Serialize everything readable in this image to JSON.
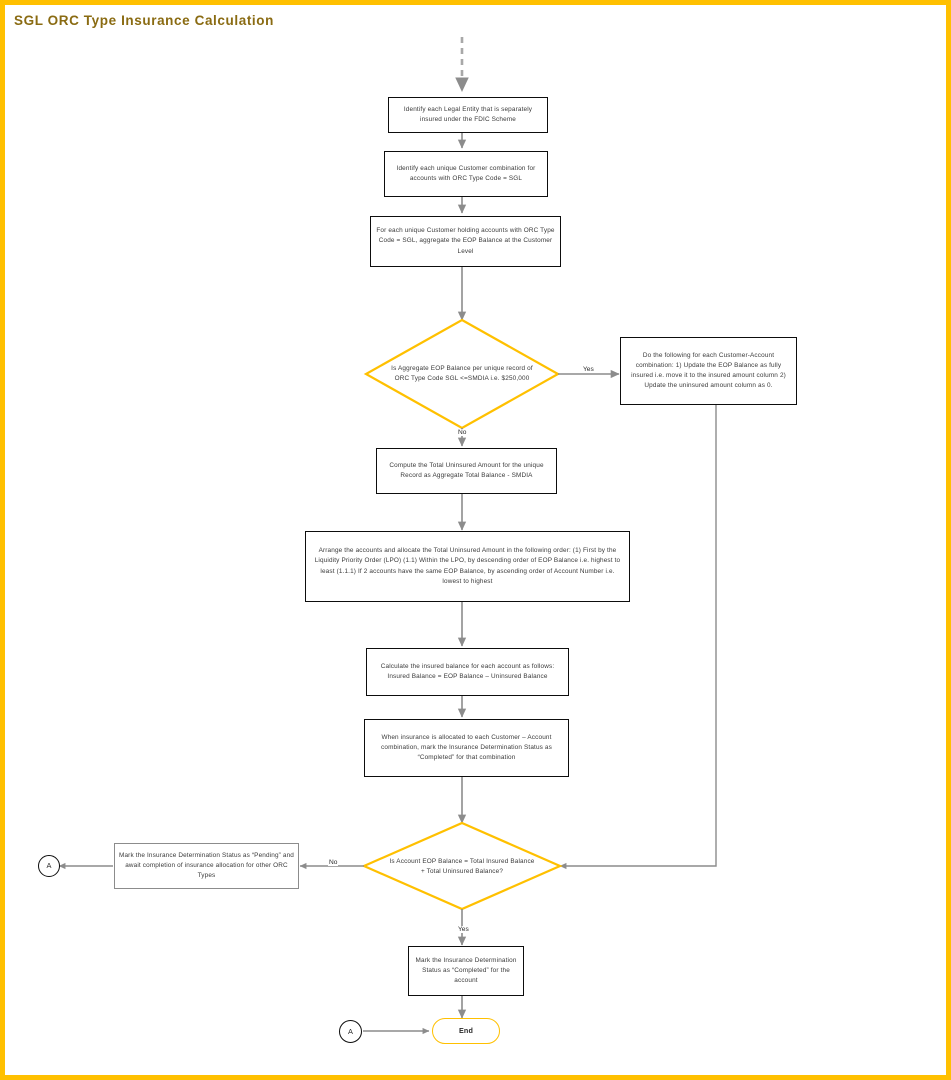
{
  "page": {
    "title": "SGL ORC Type Insurance Calculation",
    "border_color": "#FFC000",
    "title_color": "#8a6b12"
  },
  "diagram": {
    "type": "flowchart",
    "orientation": "top-to-bottom",
    "shape_colors": {
      "process_border": "#0d0d0d",
      "process_border_light": "#8c8c8c",
      "decision_border": "#FFC000",
      "terminator_border": "#FFC000",
      "connector_border": "#0d0d0d",
      "line": "#8c8c8c",
      "text": "#3a3a3a"
    },
    "nodes": [
      {
        "id": "n1",
        "shape": "process",
        "text": "Identify each Legal Entity that is separately insured under the FDIC Scheme"
      },
      {
        "id": "n2",
        "shape": "process",
        "text": "Identify each unique Customer combination for accounts with ORC Type Code = SGL"
      },
      {
        "id": "n3",
        "shape": "process",
        "text": "For each unique Customer holding accounts with ORC Type Code = SGL, aggregate the EOP Balance at the Customer Level"
      },
      {
        "id": "d1",
        "shape": "decision",
        "text": "Is Aggregate EOP Balance per unique record of ORC Type Code SGL <=SMDIA i.e. $250,000"
      },
      {
        "id": "n4",
        "shape": "process",
        "text": "Do the following for each Customer-Account combination: 1) Update the EOP Balance as fully insured i.e. move it to the insured amount column 2) Update the uninsured amount column as 0."
      },
      {
        "id": "n5",
        "shape": "process",
        "text": "Compute the Total Uninsured Amount for the unique Record as Aggregate Total Balance - SMDIA"
      },
      {
        "id": "n6",
        "shape": "process",
        "text": "Arrange the accounts and allocate the Total Uninsured Amount in the following order: (1) First by the Liquidity Priority Order (LPO) (1.1) Within the LPO, by descending order of EOP Balance i.e. highest to least (1.1.1) If 2 accounts have the same EOP Balance, by ascending order of Account Number i.e. lowest to highest"
      },
      {
        "id": "n7",
        "shape": "process",
        "text": "Calculate the insured balance for each account as follows: Insured Balance = EOP Balance – Uninsured Balance"
      },
      {
        "id": "n8",
        "shape": "process",
        "text": "When insurance is allocated to each Customer – Account combination, mark the Insurance Determination Status as “Completed” for that combination"
      },
      {
        "id": "d2",
        "shape": "decision",
        "text": "Is Account EOP Balance = Total Insured Balance + Total Uninsured Balance?"
      },
      {
        "id": "n9",
        "shape": "process-light",
        "text": "Mark the Insurance Determination Status as “Pending” and await completion of insurance allocation for other ORC Types"
      },
      {
        "id": "n10",
        "shape": "process",
        "text": "Mark the Insurance Determination Status as “Completed” for the account"
      },
      {
        "id": "c1",
        "shape": "connector",
        "text": "A"
      },
      {
        "id": "c2",
        "shape": "connector",
        "text": "A"
      },
      {
        "id": "end",
        "shape": "terminator",
        "text": "End"
      }
    ],
    "edge_labels": {
      "d1_yes": "Yes",
      "d1_no": "No",
      "d2_no": "No",
      "d2_yes": "Yes"
    }
  }
}
